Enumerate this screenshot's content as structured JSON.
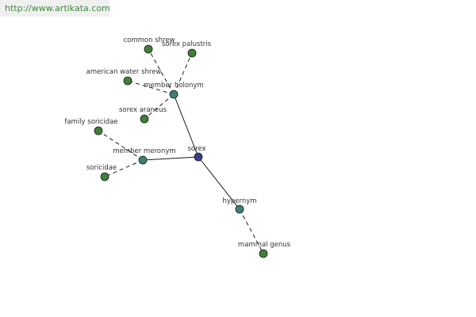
{
  "source_link": "http://www.artikata.com",
  "colors": {
    "root": "#3b3b8a",
    "relation": "#3e7e7a",
    "leaf": "#3f7f3a",
    "link_text": "#3e8a3e"
  },
  "graph": {
    "nodes": [
      {
        "id": "sorex",
        "label": "sorex",
        "kind": "root"
      },
      {
        "id": "member-holonym",
        "label": "member holonym",
        "kind": "relation"
      },
      {
        "id": "member-meronym",
        "label": "member meronym",
        "kind": "relation"
      },
      {
        "id": "hypernym",
        "label": "hypernym",
        "kind": "relation"
      },
      {
        "id": "common-shrew",
        "label": "common shrew",
        "kind": "leaf"
      },
      {
        "id": "sorex-palustris",
        "label": "sorex palustris",
        "kind": "leaf"
      },
      {
        "id": "american-water-shrew",
        "label": "american water shrew",
        "kind": "leaf"
      },
      {
        "id": "sorex-araneus",
        "label": "sorex araneus",
        "kind": "leaf"
      },
      {
        "id": "family-soricidae",
        "label": "family soricidae",
        "kind": "leaf"
      },
      {
        "id": "soricidae",
        "label": "soricidae",
        "kind": "leaf"
      },
      {
        "id": "mammal-genus",
        "label": "mammal genus",
        "kind": "leaf"
      }
    ],
    "edges": [
      {
        "from": "sorex",
        "to": "member-holonym",
        "style": "solid"
      },
      {
        "from": "sorex",
        "to": "member-meronym",
        "style": "solid"
      },
      {
        "from": "sorex",
        "to": "hypernym",
        "style": "solid"
      },
      {
        "from": "member-holonym",
        "to": "common-shrew",
        "style": "dashed"
      },
      {
        "from": "member-holonym",
        "to": "sorex-palustris",
        "style": "dashed"
      },
      {
        "from": "member-holonym",
        "to": "american-water-shrew",
        "style": "dashed"
      },
      {
        "from": "member-holonym",
        "to": "sorex-araneus",
        "style": "dashed"
      },
      {
        "from": "member-meronym",
        "to": "family-soricidae",
        "style": "dashed"
      },
      {
        "from": "member-meronym",
        "to": "soricidae",
        "style": "dashed"
      },
      {
        "from": "hypernym",
        "to": "mammal-genus",
        "style": "dashed"
      }
    ]
  }
}
